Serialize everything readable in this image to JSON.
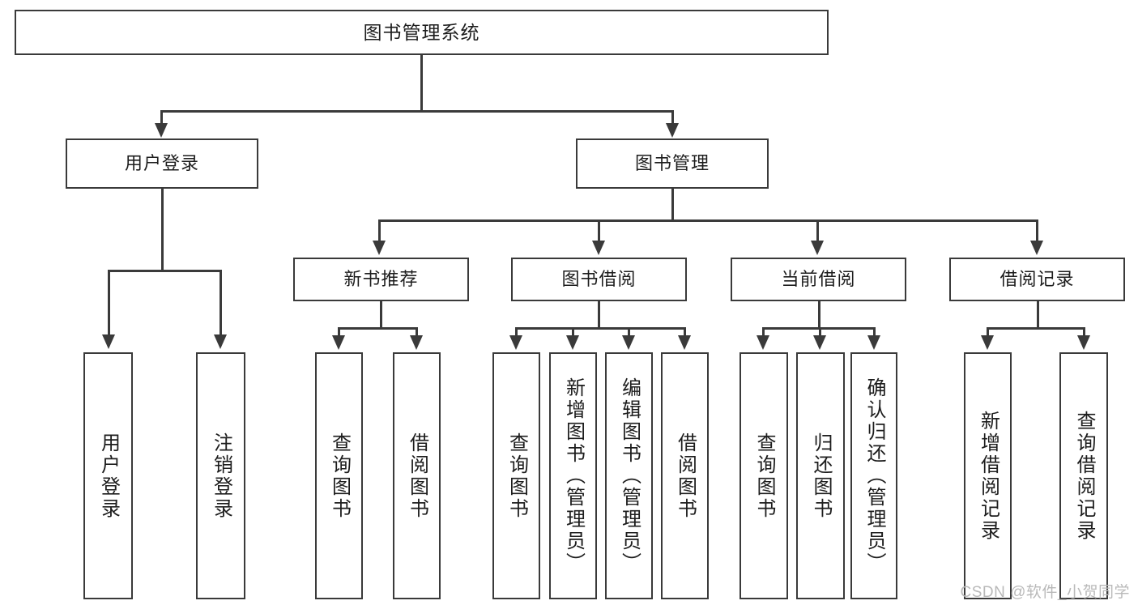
{
  "diagram": {
    "title": "图书管理系统",
    "type": "tree-hierarchy",
    "root": {
      "label": "图书管理系统"
    },
    "level2": [
      {
        "label": "用户登录"
      },
      {
        "label": "图书管理"
      }
    ],
    "level3": [
      {
        "label": "新书推荐"
      },
      {
        "label": "图书借阅"
      },
      {
        "label": "当前借阅"
      },
      {
        "label": "借阅记录"
      }
    ],
    "leaves": {
      "user_login_group": [
        {
          "label": "用户登录"
        },
        {
          "label": "注销登录"
        }
      ],
      "new_book_rec_group": [
        {
          "label": "查询图书"
        },
        {
          "label": "借阅图书"
        }
      ],
      "book_borrow_group": [
        {
          "label": "查询图书"
        },
        {
          "label": "新增图书（管理员）"
        },
        {
          "label": "编辑图书（管理员）"
        },
        {
          "label": "借阅图书"
        }
      ],
      "current_borrow_group": [
        {
          "label": "查询图书"
        },
        {
          "label": "归还图书"
        },
        {
          "label": "确认归还（管理员）"
        }
      ],
      "borrow_record_group": [
        {
          "label": "新增借阅记录"
        },
        {
          "label": "查询借阅记录"
        }
      ]
    }
  },
  "watermark": {
    "text": "CSDN @软件_小贺同学"
  },
  "colors": {
    "border": "#3a3a3a",
    "text": "#1d1d1d",
    "background": "#ffffff",
    "watermark": "#b9b9b9"
  }
}
